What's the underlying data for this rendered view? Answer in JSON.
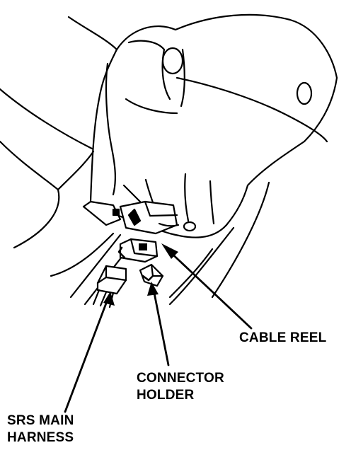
{
  "labels": {
    "cable_reel": "CABLE REEL",
    "connector_holder": [
      "CONNECTOR",
      "HOLDER"
    ],
    "srs_main_harness": [
      "SRS MAIN",
      "HARNESS"
    ]
  },
  "colors": {
    "ink": "#000000",
    "paper": "#ffffff"
  }
}
